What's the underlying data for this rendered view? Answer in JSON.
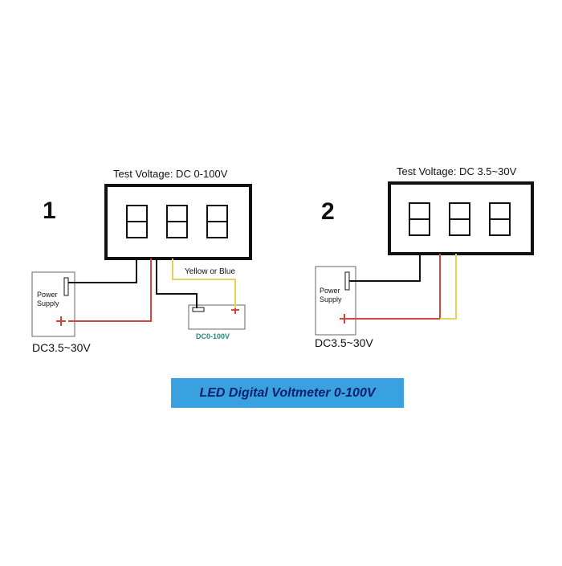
{
  "diagram1": {
    "number": "1",
    "caption": "Test Voltage: DC 0-100V",
    "power_supply": "Power Supply",
    "supply_range": "DC3.5~30V",
    "wire_note": "Yellow or Blue",
    "measured_range": "DC0-100V"
  },
  "diagram2": {
    "number": "2",
    "caption": "Test Voltage: DC 3.5~30V",
    "power_supply": "Power Supply",
    "supply_range": "DC3.5~30V"
  },
  "banner": {
    "text": "LED Digital Voltmeter 0-100V"
  },
  "colors": {
    "wire_black": "#111111",
    "wire_red": "#d9443a",
    "wire_yellow": "#e3d35a",
    "banner_bg": "#3aa1e0",
    "banner_text": "#0a1f6e",
    "measured_text": "#1f8a83"
  }
}
